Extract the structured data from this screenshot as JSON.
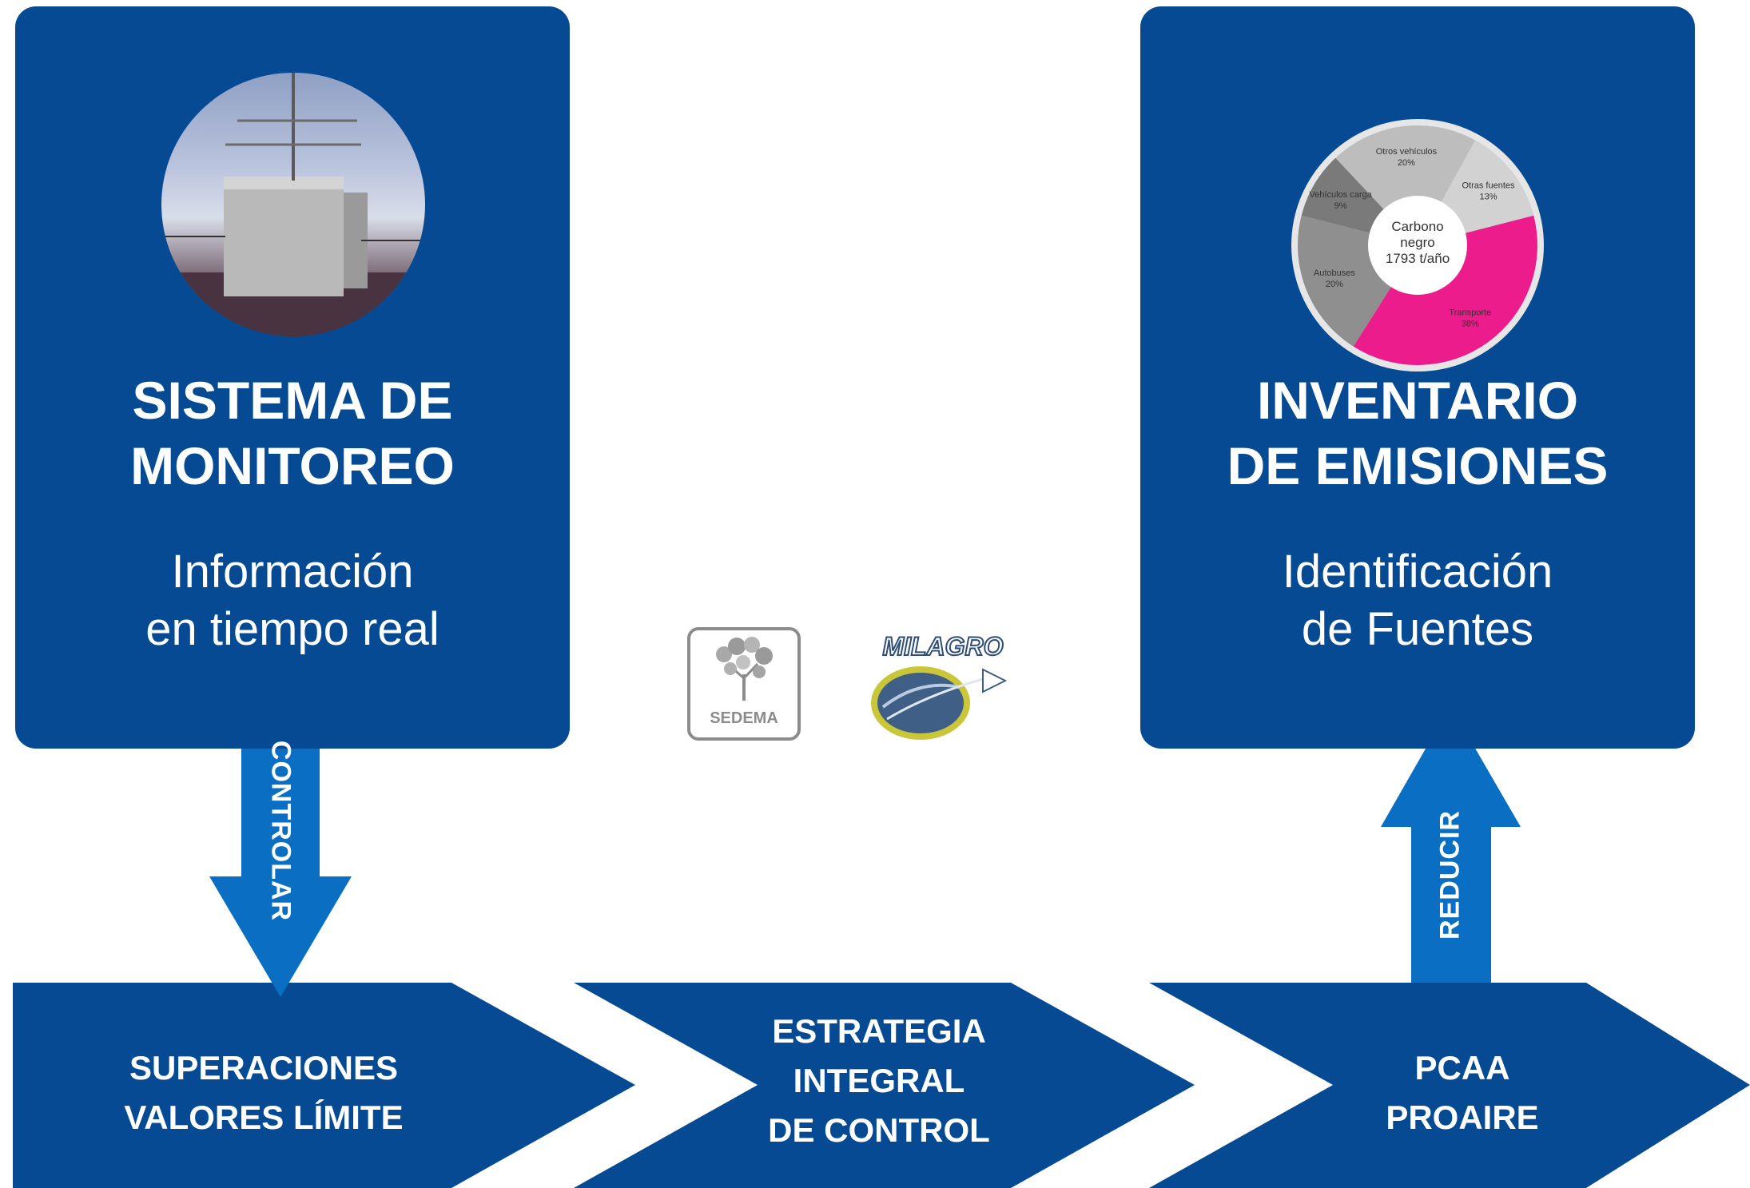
{
  "monitoring": {
    "title_line1": "SISTEMA DE",
    "title_line2": "MONITOREO",
    "subtitle_line1": "Información",
    "subtitle_line2": "en tiempo real"
  },
  "inventory": {
    "title_line1": "INVENTARIO",
    "title_line2": "DE EMISIONES",
    "subtitle_line1": "Identificación",
    "subtitle_line2": "de Fuentes",
    "donut": {
      "center_line1": "Carbono",
      "center_line2": "negro",
      "center_line3": "1793 t/año",
      "segments": [
        {
          "label": "Transporte",
          "pct": "38%",
          "share": 0.38,
          "color": "#ec1c8c"
        },
        {
          "label": "Autobuses",
          "pct": "20%",
          "share": 0.2,
          "color": "#8f8f8f"
        },
        {
          "label": "Vehículos carga",
          "pct": "9%",
          "share": 0.09,
          "color": "#7a7a7a"
        },
        {
          "label": "Otros vehículos",
          "pct": "20%",
          "share": 0.2,
          "color": "#bdbdbd"
        },
        {
          "label": "Otras fuentes",
          "pct": "13%",
          "share": 0.13,
          "color": "#d2d2d2"
        }
      ]
    }
  },
  "arrows": {
    "controlar": "CONTROLAR",
    "reducir": "REDUCIR"
  },
  "process": {
    "step1_line1": "SUPERACIONES",
    "step1_line2": "VALORES LÍMITE",
    "step2_line1": "ESTRATEGIA",
    "step2_line2": "INTEGRAL",
    "step2_line3": "DE CONTROL",
    "step3_line1": "PCAA",
    "step3_line2": "PROAIRE"
  },
  "logos": {
    "sedema": "SEDEMA",
    "milagro": "MILAGRO"
  },
  "colors": {
    "primary": "#064a94",
    "arrow": "#0a6fc2",
    "accent": "#ec1c8c"
  }
}
